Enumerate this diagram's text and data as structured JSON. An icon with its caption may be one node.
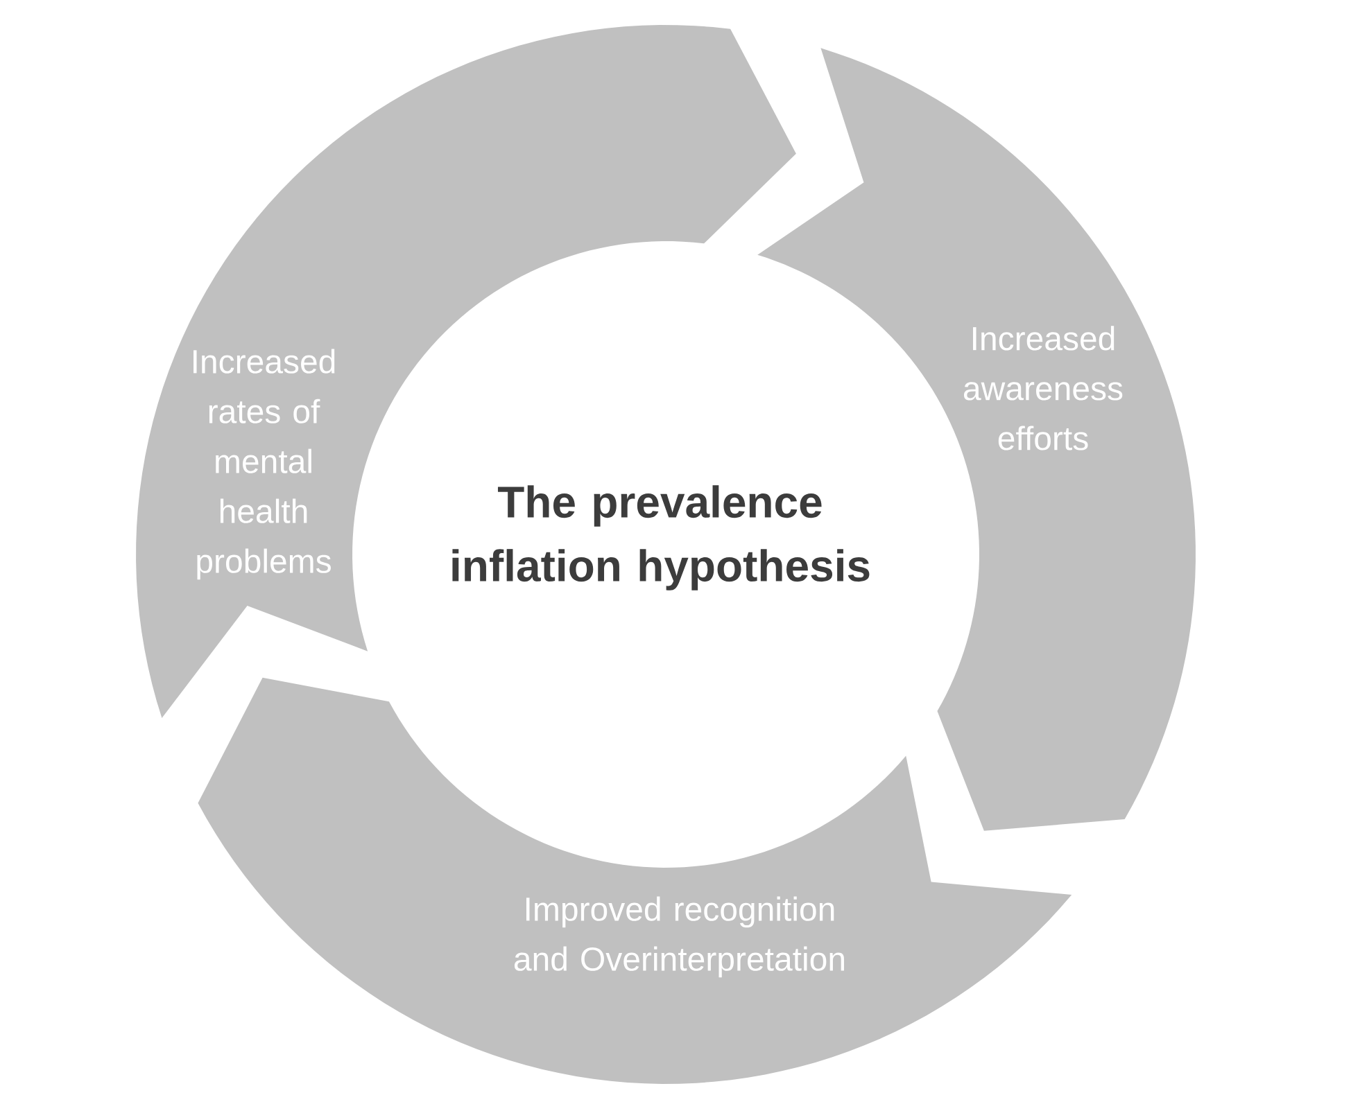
{
  "diagram": {
    "nodes": [
      {
        "text": [
          "The prevalence inflation hypothesis"
        ]
      },
      {
        "text": [
          "Increased awareness efforts"
        ]
      },
      {
        "text": [
          "Improved recognition and Overinterpretation"
        ]
      },
      {
        "text": [
          "Increased rates of mental health problems"
        ]
      }
    ]
  }
}
